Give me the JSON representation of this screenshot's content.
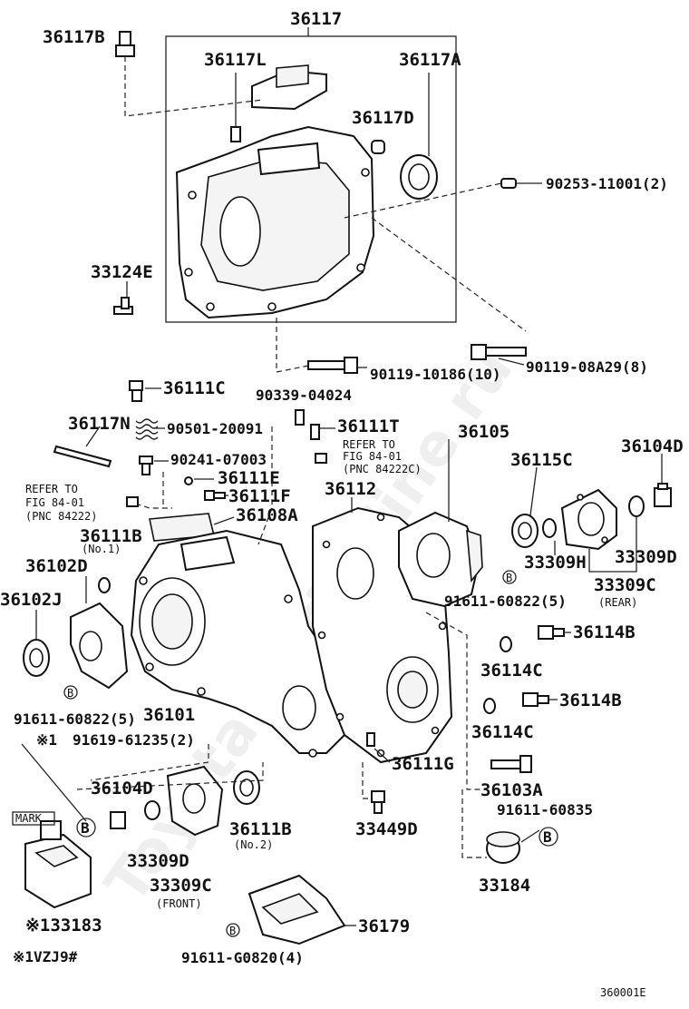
{
  "watermark": "Toyota.PartsMine.ru",
  "diagram_code": "360001E",
  "labels": {
    "p36117": "36117",
    "p36117B": "36117B",
    "p36117L": "36117L",
    "p36117A": "36117A",
    "p36117D": "36117D",
    "p90253": "90253-11001(2)",
    "p33124E": "33124E",
    "p90119_10186": "90119-10186(10)",
    "p90119_08A29": "90119-08A29(8)",
    "p36111C": "36111C",
    "p90339": "90339-04024",
    "p36117N": "36117N",
    "p90501": "90501-20091",
    "p36111T": "36111T",
    "refer_to_a": "REFER TO",
    "fig_84_01_a": "FIG 84-01",
    "pnc_84222c": "(PNC 84222C)",
    "p90241": "90241-07003",
    "p36111E": "36111E",
    "p36111F": "36111F",
    "p36105": "36105",
    "p36115C": "36115C",
    "p36104D_r": "36104D",
    "p36112": "36112",
    "refer_to_b": "REFER TO",
    "fig_84_01_b": "FIG 84-01",
    "pnc_84222": "(PNC 84222)",
    "p36108A": "36108A",
    "p36111B_1": "36111B",
    "no1": "(No.1)",
    "p36102D": "36102D",
    "p36102J": "36102J",
    "p33309H": "33309H",
    "p33309D_r": "33309D",
    "p33309C_r": "33309C",
    "rear": "(REAR)",
    "p91611_60822_a": "91611-60822(5)",
    "p36114B_a": "36114B",
    "p36114C_a": "36114C",
    "p91611_60822_b": "91611-60822(5)",
    "p36101": "36101",
    "p36114B_b": "36114B",
    "note1_mark": "※1",
    "p91619": "91619-61235(2)",
    "p36114C_b": "36114C",
    "p36111G": "36111G",
    "p36103A": "36103A",
    "p91611_60835": "91611-60835",
    "p36104D_f": "36104D",
    "mark_tag": "MARK",
    "p36111B_2": "36111B",
    "no2": "(No.2)",
    "p33449D": "33449D",
    "p33309D_f": "33309D",
    "p33309C_f": "33309C",
    "front": "(FRONT)",
    "p33184": "33184",
    "p33183": "※133183",
    "p36179": "36179",
    "p91611_G0820": "91611-G0820(4)",
    "note_vzj9": "※1VZJ9#",
    "callout_b": "B"
  }
}
